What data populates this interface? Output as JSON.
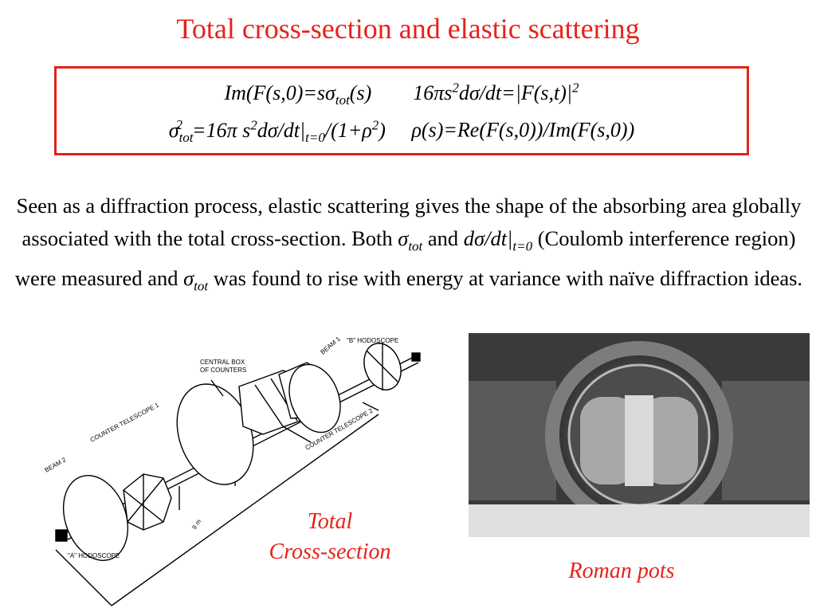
{
  "title": "Total cross-section and elastic scattering",
  "formulas": {
    "line1_a": "Im(F(s,0)=sσ",
    "line1_a_sub": "tot",
    "line1_a_end": "(s)",
    "line1_b": "16πs",
    "line1_b_sup": "2",
    "line1_b_mid": "dσ/dt=|F(s,t)|",
    "line1_b_sup2": "2",
    "line2_a": "σ",
    "line2_a_sub": "tot",
    "line2_a_sup": "2",
    "line2_a_mid": "=16π s",
    "line2_a_sup2": "2",
    "line2_a_mid2": "dσ/dt|",
    "line2_a_sub2": "t=0",
    "line2_a_end": "/(1+ρ",
    "line2_a_sup3": "2",
    "line2_a_end2": ")",
    "line2_b": "ρ(s)=Re(F(s,0))/Im(F(s,0))"
  },
  "description": {
    "part1": "Seen as a diffraction process, elastic scattering gives the shape of the absorbing area globally associated with the total cross-section. Both ",
    "sigma1": "σ",
    "sigma1_sub": "tot",
    "part2": " and ",
    "dsdt": "dσ/dt|",
    "dsdt_sub": "t=0",
    "part3": " (Coulomb interference region) were measured and ",
    "sigma2": "σ",
    "sigma2_sub": "tot",
    "part4": " was found to rise with energy at variance with naïve diffraction ideas."
  },
  "diagram_labels": {
    "b_hodoscope": "\"B\" HODOSCOPE",
    "central_box_1": "CENTRAL BOX",
    "central_box_2": "OF COUNTERS",
    "beam1": "BEAM 1",
    "beam2": "BEAM 2",
    "counter_telescope_1": "COUNTER TELESCOPE 1",
    "counter_telescope_2": "COUNTER TELESCOPE 2",
    "a_hodoscope": "\"A\" HODOSCOPE",
    "length": "9 m"
  },
  "captions": {
    "total_line1": "Total",
    "total_line2": "Cross-section",
    "roman_pots": "Roman pots"
  },
  "colors": {
    "accent_red": "#e8211b",
    "box_border": "#e32219"
  }
}
